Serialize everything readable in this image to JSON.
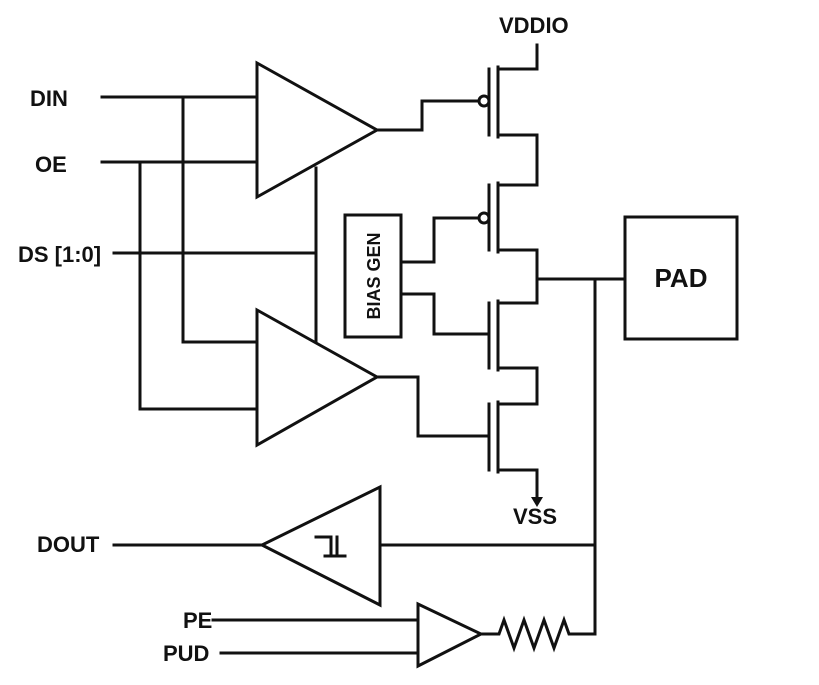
{
  "signals": {
    "din": "DIN",
    "oe": "OE",
    "ds": "DS [1:0]",
    "dout": "DOUT",
    "pe": "PE",
    "pud": "PUD"
  },
  "rails": {
    "vddio": "VDDIO",
    "vss": "VSS"
  },
  "blocks": {
    "bias_gen": "BIAS GEN",
    "pad": "PAD"
  }
}
